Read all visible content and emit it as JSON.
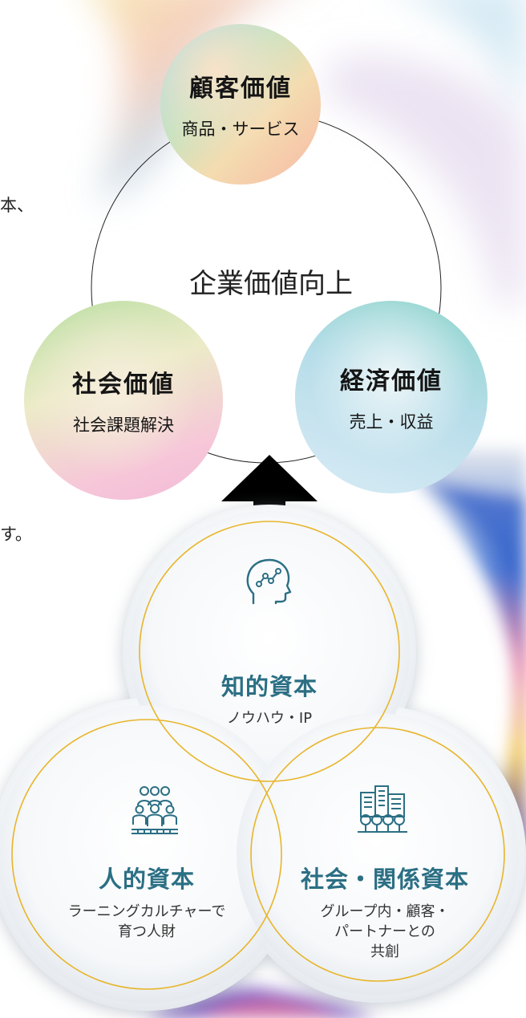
{
  "text_fragments": {
    "top": "本、",
    "bottom": "す。"
  },
  "values_diagram": {
    "center_label": "企業価値向上",
    "customer": {
      "title": "顧客価値",
      "subtitle": "商品・サービス"
    },
    "social": {
      "title": "社会価値",
      "subtitle": "社会課題解決"
    },
    "economic": {
      "title": "経済価値",
      "subtitle": "売上・収益"
    }
  },
  "capital_diagram": {
    "intellectual": {
      "icon": "brain-head-icon",
      "title": "知的資本",
      "subtitle": "ノウハウ・IP"
    },
    "human": {
      "icon": "people-group-icon",
      "title": "人的資本",
      "subtitle_lines": [
        "ラーニングカルチャーで",
        "育つ人財"
      ]
    },
    "social_relational": {
      "icon": "city-buildings-icon",
      "title": "社会・関係資本",
      "subtitle_lines": [
        "グループ内・顧客・",
        "パートナーとの",
        "共創"
      ]
    }
  },
  "colors": {
    "capital_title": "#2b6f84",
    "venn_outline": "#e8b52a",
    "arrow": "#000000"
  }
}
